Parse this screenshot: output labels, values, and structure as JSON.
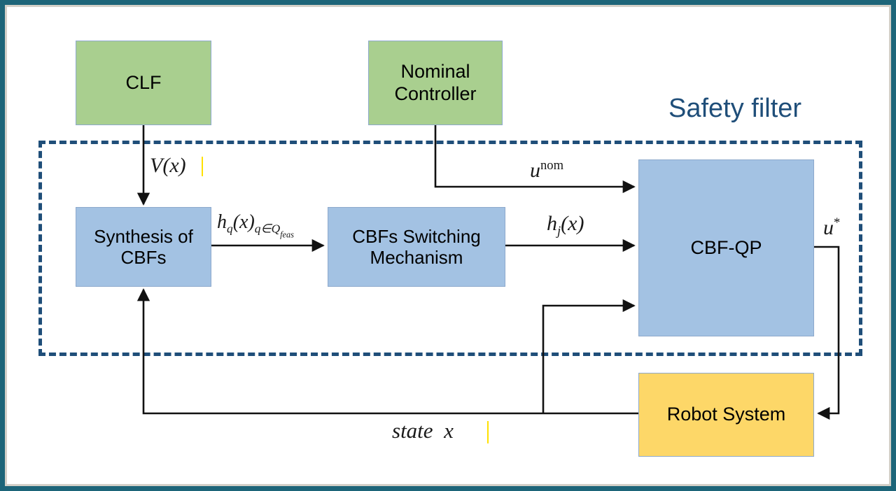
{
  "figure": {
    "title": "CBF-based safety filter block diagram",
    "background": "#ffffff",
    "frame_color": "#1d6579",
    "region_color": "#1f4e79"
  },
  "region": {
    "label": "Safety filter",
    "style": "dashed",
    "color": "#1f4e79"
  },
  "blocks": {
    "clf": {
      "label": "CLF",
      "color": "#a9cf8f"
    },
    "nominal_controller": {
      "label": "Nominal\nController",
      "color": "#a9cf8f"
    },
    "synthesis_of_cbfs": {
      "label": "Synthesis of\nCBFs",
      "color": "#a3c2e3"
    },
    "cbfs_switching_mechanism": {
      "label": "CBFs Switching\nMechanism",
      "color": "#a3c2e3"
    },
    "cbf_qp": {
      "label": "CBF-QP",
      "color": "#a3c2e3"
    },
    "robot_system": {
      "label": "Robot System",
      "color": "#fdd768"
    }
  },
  "signals": {
    "v_of_x": {
      "base": "V",
      "arg": "(x)",
      "plain": "V(x)"
    },
    "u_nom": {
      "base": "u",
      "sup": "nom",
      "plain": "u^nom"
    },
    "h_q_family": {
      "base": "h",
      "sub1": "q",
      "arg": "(x)",
      "sub2": "q∈Q",
      "sub3": "feas",
      "plain": "h_q(x)_{q∈Q_feas}"
    },
    "h_j_of_x": {
      "base": "h",
      "sub": "j",
      "arg": "(x)",
      "plain": "h_j(x)"
    },
    "u_star": {
      "base": "u",
      "sup": "*",
      "plain": "u*"
    },
    "state_x": {
      "word": "state",
      "var": "x",
      "plain": "state x"
    }
  }
}
